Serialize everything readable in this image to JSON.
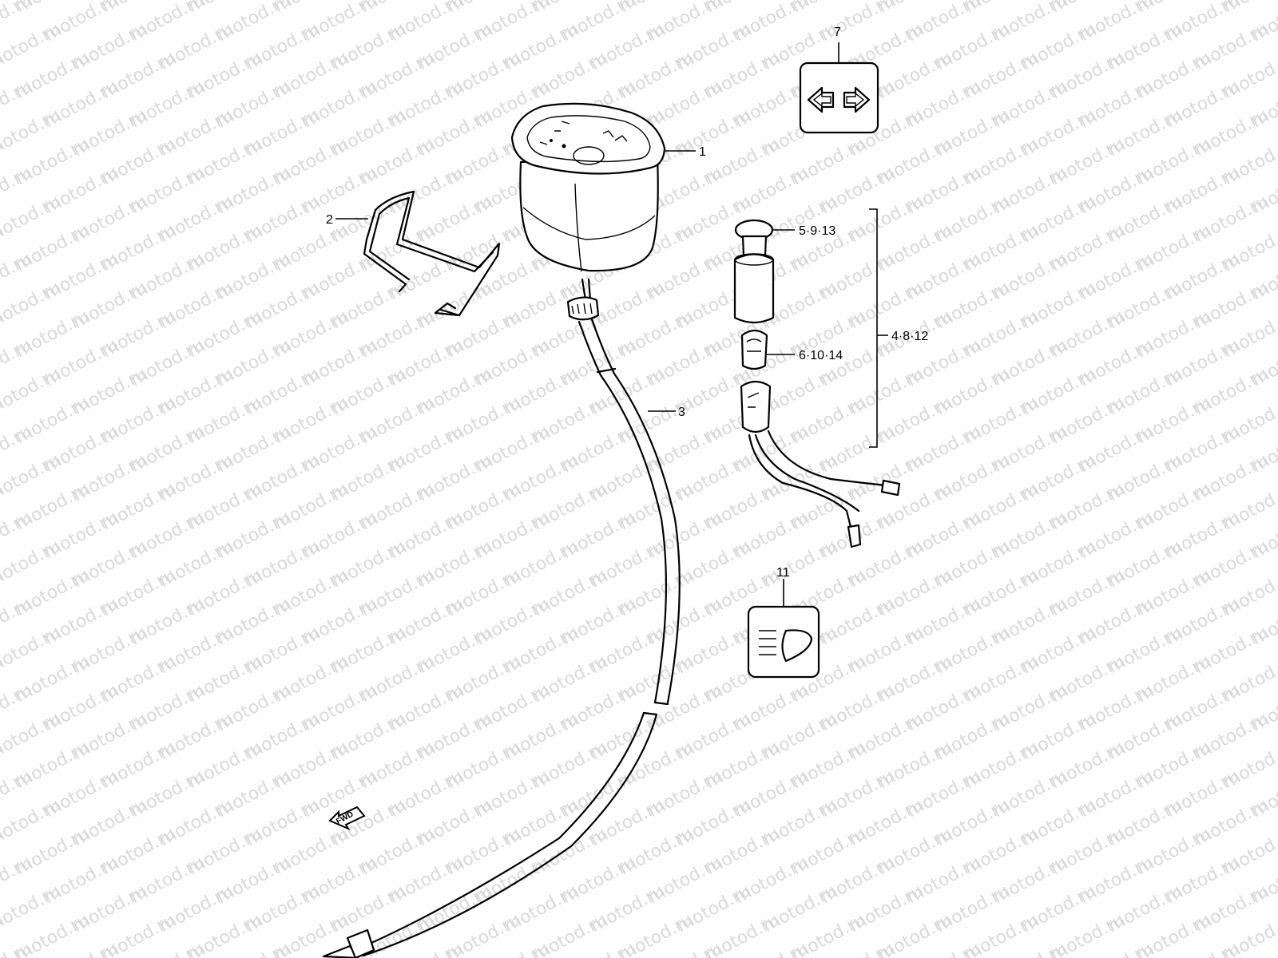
{
  "watermark": "motod.ru",
  "callouts": {
    "c1": "1",
    "c2": "2",
    "c3": "3",
    "c4": "4·8·12",
    "c5": "5·9·13",
    "c6": "6·10·14",
    "c7": "7",
    "c11": "11"
  },
  "fwd_label": "FWD",
  "colors": {
    "line": "#000000",
    "watermark": "#d9d9d9",
    "background": "#ffffff"
  }
}
